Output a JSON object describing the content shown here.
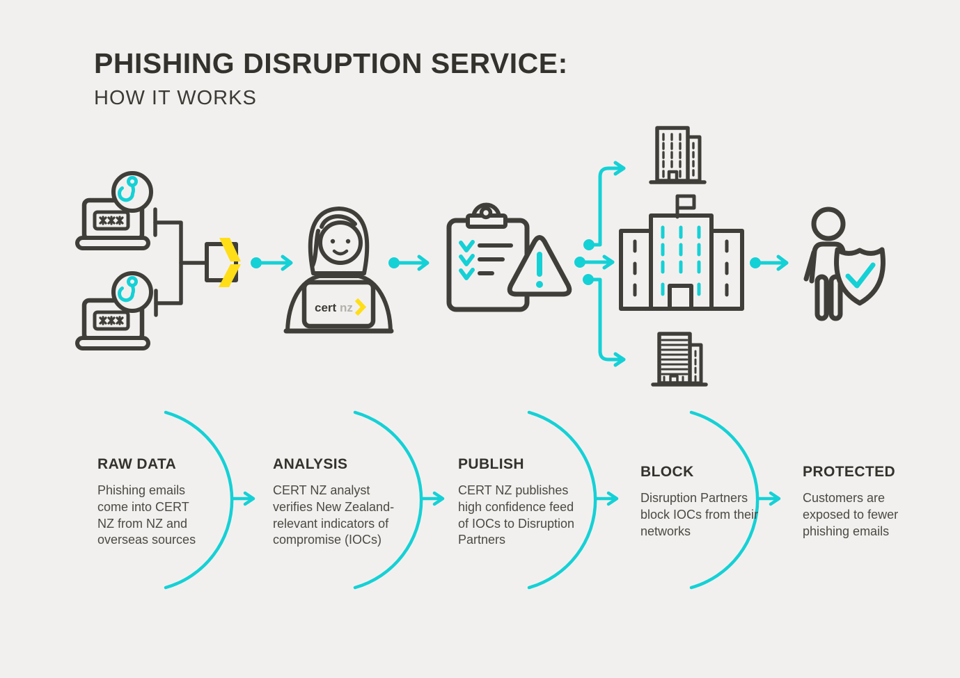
{
  "colors": {
    "background": "#f2f0ee",
    "ink": "#3b3a35",
    "teal": "#14d1d6",
    "yellow": "#ffde17",
    "logo_gray": "#b3b1aa"
  },
  "header": {
    "title": "PHISHING DISRUPTION SERVICE:",
    "subtitle": "HOW IT WORKS"
  },
  "diagram": {
    "certnz_logo": {
      "cert": "cert",
      "nz": "nz"
    }
  },
  "steps": [
    {
      "id": "raw-data",
      "title": "RAW DATA",
      "description": "Phishing emails come into CERT NZ from NZ and overseas sources"
    },
    {
      "id": "analysis",
      "title": "ANALYSIS",
      "description": "CERT NZ analyst verifies New Zealand-relevant indicators of compromise (IOCs)"
    },
    {
      "id": "publish",
      "title": "PUBLISH",
      "description": "CERT NZ publishes high confidence feed of IOCs to Disruption Partners"
    },
    {
      "id": "block",
      "title": "BLOCK",
      "description": "Disruption Partners block IOCs from their networks"
    },
    {
      "id": "protected",
      "title": "PROTECTED",
      "description": "Customers are exposed to fewer phishing emails"
    }
  ]
}
